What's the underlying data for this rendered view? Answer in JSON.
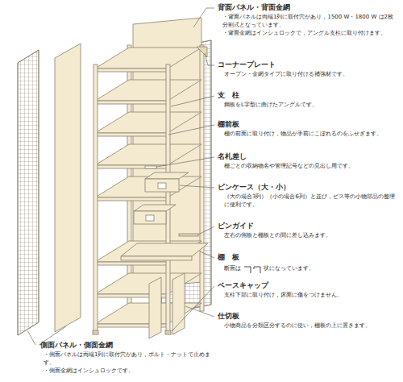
{
  "diagram": {
    "labels": [
      "背面パネル・背面金網",
      "・背面パネルは両端1列に取付穴があり，1500 W・1800 W は2枚分割式となっています。",
      "・背面金網はインシュロックで，アングル支柱に取り付けます。",
      "コーナープレート",
      "オープン・金網タイプに取り付ける補強材です。",
      "支　柱",
      "鋼板をL字型に曲げたアングルです。",
      "棚前板",
      "棚の前面に取り付け，物品が手前にこぼれるのをふせぎます。",
      "名札差し",
      "棚ごとの収納物名や管理記号などの見出し用です。",
      "ビンケース（大・小）",
      "（大の場合3列）（小の場合6列）と並び，ビス等の小物部品の整理に便利です。",
      "ビンガイド",
      "左右の側板と棚板との間に差し込みます。",
      "棚　板",
      "断面は",
      "状になっています。",
      "ベースキャップ",
      "支柱下部に取り付け，床面に傷をつけません。",
      "仕切板",
      "小物商品を分類区分するのに使い，棚板の上に置きます。",
      "側面パネル・側面金網",
      "・側面パネルは両端1列に取付穴があり，ボルト・ナットで止めます。",
      "・側面金網はインシュロックです。"
    ]
  }
}
